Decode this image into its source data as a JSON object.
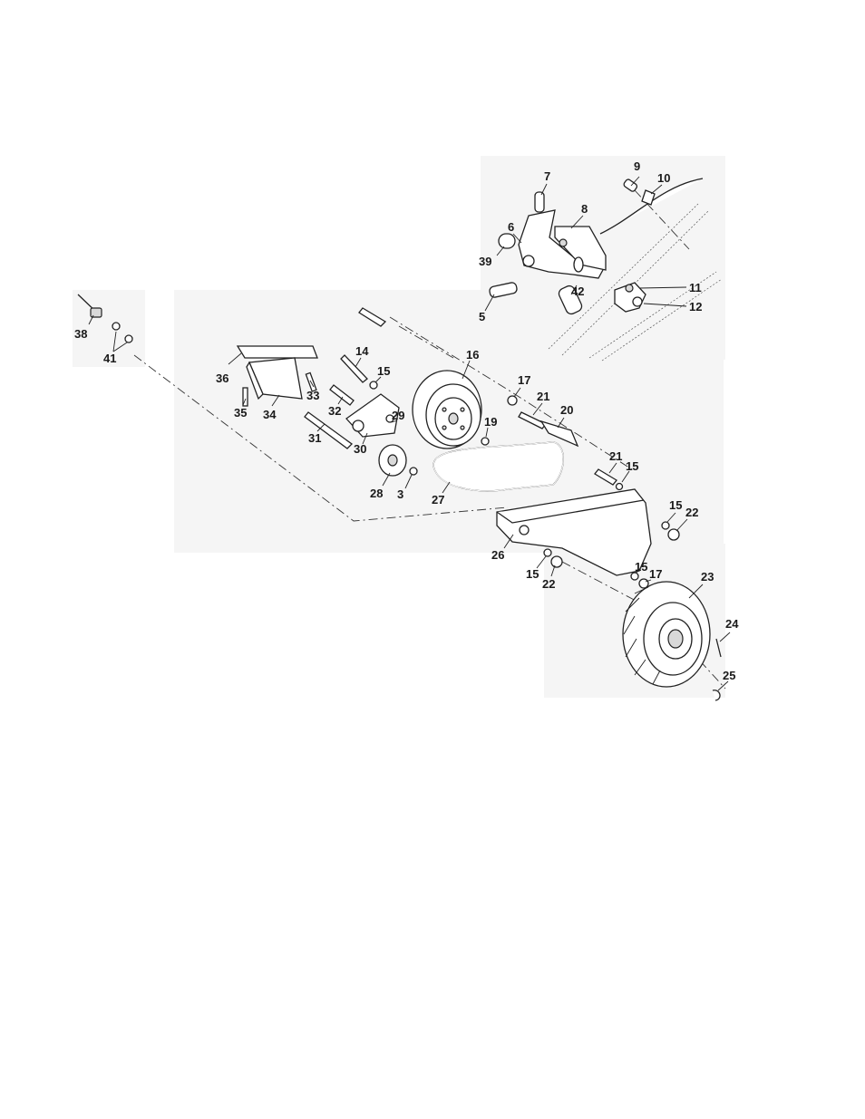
{
  "diagram": {
    "callouts": [
      {
        "id": "c7",
        "text": "7"
      },
      {
        "id": "c8",
        "text": "8"
      },
      {
        "id": "c9",
        "text": "9"
      },
      {
        "id": "c10",
        "text": "10"
      },
      {
        "id": "c6",
        "text": "6"
      },
      {
        "id": "c39",
        "text": "39"
      },
      {
        "id": "c42",
        "text": "42"
      },
      {
        "id": "c11",
        "text": "11"
      },
      {
        "id": "c12",
        "text": "12"
      },
      {
        "id": "c5",
        "text": "5"
      },
      {
        "id": "c38",
        "text": "38"
      },
      {
        "id": "c41",
        "text": "41"
      },
      {
        "id": "c36",
        "text": "36"
      },
      {
        "id": "c14",
        "text": "14"
      },
      {
        "id": "c16",
        "text": "16"
      },
      {
        "id": "c15a",
        "text": "15"
      },
      {
        "id": "c33",
        "text": "33"
      },
      {
        "id": "c35",
        "text": "35"
      },
      {
        "id": "c34",
        "text": "34"
      },
      {
        "id": "c32",
        "text": "32"
      },
      {
        "id": "c29",
        "text": "29"
      },
      {
        "id": "c31",
        "text": "31"
      },
      {
        "id": "c30",
        "text": "30"
      },
      {
        "id": "c17a",
        "text": "17"
      },
      {
        "id": "c21a",
        "text": "21"
      },
      {
        "id": "c20",
        "text": "20"
      },
      {
        "id": "c19",
        "text": "19"
      },
      {
        "id": "c21b",
        "text": "21"
      },
      {
        "id": "c15b",
        "text": "15"
      },
      {
        "id": "c28",
        "text": "28"
      },
      {
        "id": "c3",
        "text": "3"
      },
      {
        "id": "c27",
        "text": "27"
      },
      {
        "id": "c15c",
        "text": "15"
      },
      {
        "id": "c22a",
        "text": "22"
      },
      {
        "id": "c26",
        "text": "26"
      },
      {
        "id": "c15d",
        "text": "15"
      },
      {
        "id": "c22b",
        "text": "22"
      },
      {
        "id": "c15e",
        "text": "15"
      },
      {
        "id": "c17b",
        "text": "17"
      },
      {
        "id": "c23",
        "text": "23"
      },
      {
        "id": "c24",
        "text": "24"
      },
      {
        "id": "c25",
        "text": "25"
      }
    ]
  }
}
